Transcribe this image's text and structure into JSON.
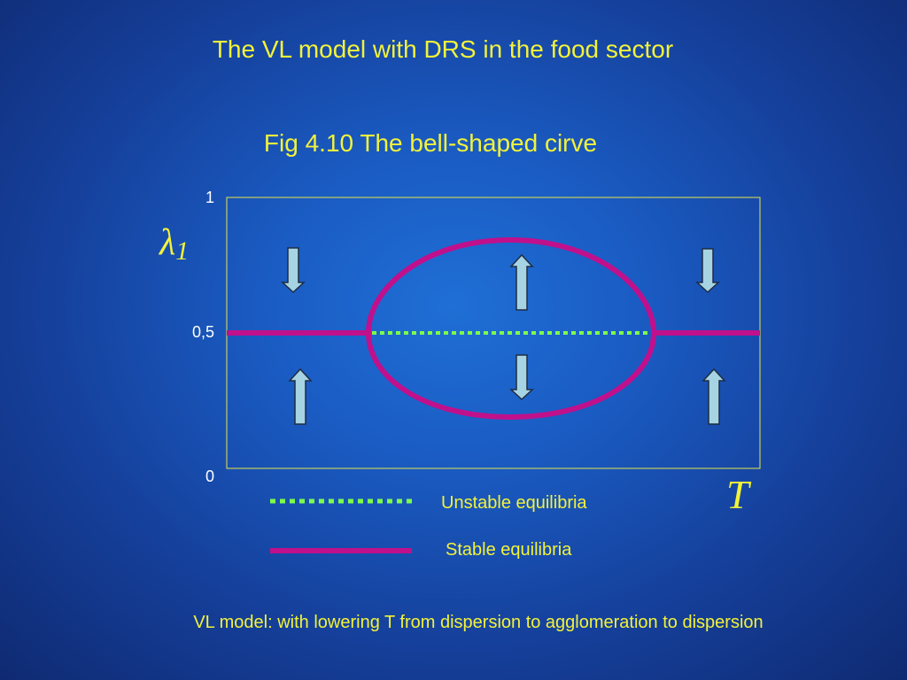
{
  "slide_title": "The VL model with DRS in the food sector",
  "figure_title": "Fig 4.10 The bell-shaped cirve",
  "axes": {
    "y_label": "λ",
    "y_label_subscript": "1",
    "x_label": "T",
    "y_ticks": [
      "1",
      "0,5",
      "0"
    ]
  },
  "legend": {
    "unstable": "Unstable equilibria",
    "stable": "Stable equilibria"
  },
  "caption": "VL model: with lowering T from dispersion to agglomeration to dispersion",
  "colors": {
    "title_text": "#f2f23a",
    "stable_curve": "#c0108c",
    "unstable_curve": "#7dff4a",
    "plot_frame": "#e6e64a",
    "arrow_fill": "#a6d4e2"
  },
  "arrows": {
    "left_upper": "down",
    "left_lower": "up",
    "center_upper": "up",
    "center_lower": "down",
    "right_upper": "down",
    "right_lower": "up"
  }
}
